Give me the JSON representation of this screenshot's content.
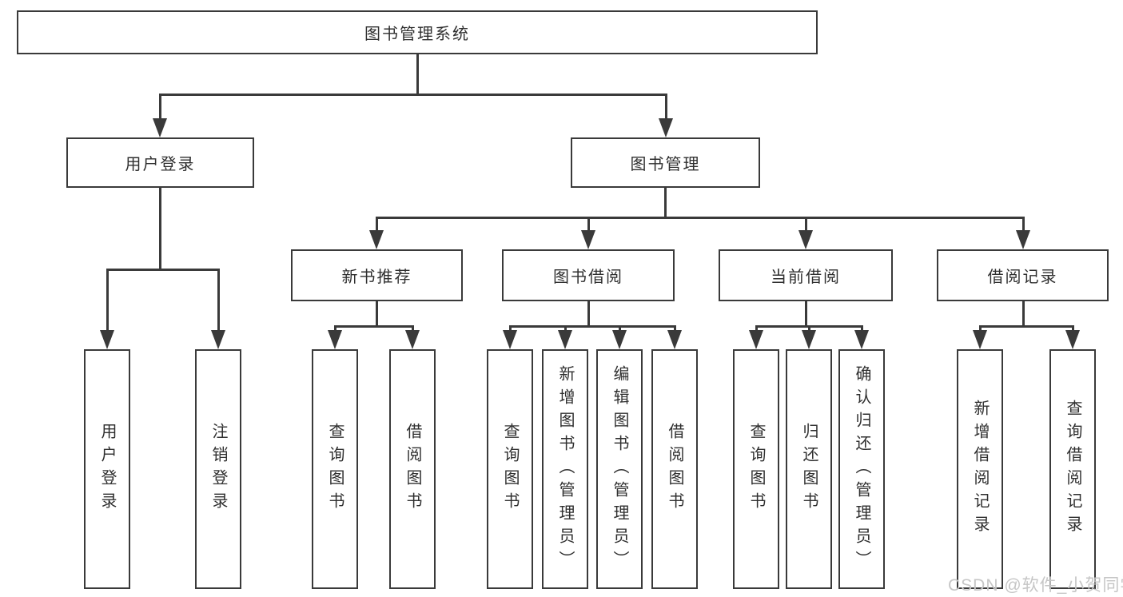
{
  "diagram": {
    "root": {
      "label": "图书管理系统"
    },
    "level2": [
      {
        "label": "用户登录"
      },
      {
        "label": "图书管理"
      }
    ],
    "level3": [
      {
        "label": "新书推荐"
      },
      {
        "label": "图书借阅"
      },
      {
        "label": "当前借阅"
      },
      {
        "label": "借阅记录"
      }
    ],
    "leaves": {
      "user_login": [
        {
          "label": "用户登录"
        },
        {
          "label": "注销登录"
        }
      ],
      "new_book_recommend": [
        {
          "label": "查询图书"
        },
        {
          "label": "借阅图书"
        }
      ],
      "book_borrow": [
        {
          "label": "查询图书"
        },
        {
          "label": "新增图书（管理员）"
        },
        {
          "label": "编辑图书（管理员）"
        },
        {
          "label": "借阅图书"
        }
      ],
      "current_borrow": [
        {
          "label": "查询图书"
        },
        {
          "label": "归还图书"
        },
        {
          "label": "确认归还（管理员）"
        }
      ],
      "borrow_record": [
        {
          "label": "新增借阅记录"
        },
        {
          "label": "查询借阅记录"
        }
      ]
    },
    "watermark": "CSDN @软件_小贺同学",
    "colors": {
      "line": "#3a3a3a",
      "text": "#2f2f2f",
      "watermark": "#c6c6c6",
      "background": "#ffffff"
    }
  }
}
